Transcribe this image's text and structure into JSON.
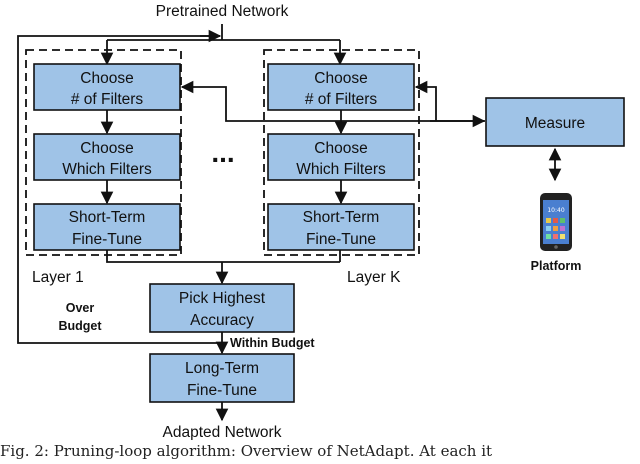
{
  "diagram": {
    "input_label": "Pretrained Network",
    "output_label": "Adapted Network",
    "layer_first": {
      "label": "Layer 1",
      "choose_num": [
        "Choose",
        "# of Filters"
      ],
      "choose_which": [
        "Choose",
        "Which Filters"
      ],
      "short_term": [
        "Short-Term",
        "Fine-Tune"
      ]
    },
    "layer_last": {
      "label": "Layer K",
      "choose_num": [
        "Choose",
        "# of Filters"
      ],
      "choose_which": [
        "Choose",
        "Which Filters"
      ],
      "short_term": [
        "Short-Term",
        "Fine-Tune"
      ]
    },
    "ellipsis": "...",
    "measure": "Measure",
    "platform": "Platform",
    "phone_time": "10:40",
    "pick_highest": [
      "Pick Highest",
      "Accuracy"
    ],
    "over_budget": [
      "Over",
      "Budget"
    ],
    "within_budget": "Within Budget",
    "long_term": [
      "Long-Term",
      "Fine-Tune"
    ]
  },
  "caption": "Fig. 2: Pruning-loop algorithm: Overview of NetAdapt. At each it"
}
